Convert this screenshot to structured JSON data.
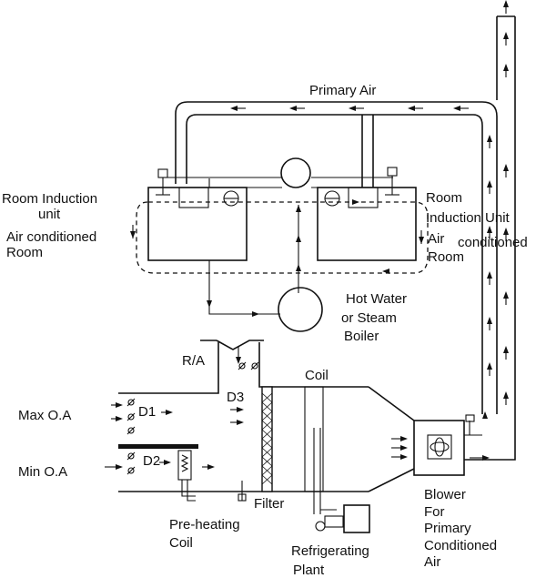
{
  "labels": {
    "primary_air": "Primary Air",
    "room_induction_unit_left_1": "Room Induction",
    "room_induction_unit_left_2": "unit",
    "air_conditioned_left_1": "Air conditioned",
    "air_conditioned_left_2": "Room",
    "room_right_1": "Room",
    "induction_unit_right": "Induction Unit",
    "air_right": "Air",
    "conditioned_right": "conditioned",
    "room_right_2": "Room",
    "hot_water_1": "Hot Water",
    "hot_water_2": "or Steam",
    "hot_water_3": "Boiler",
    "ra": "R/A",
    "coil": "Coil",
    "d1": "D1",
    "d2": "D2",
    "d3": "D3",
    "max_oa": "Max O.A",
    "min_oa": "Min O.A",
    "filter": "Filter",
    "preheat_1": "Pre-heating",
    "preheat_2": "Coil",
    "refrig_1": "Refrigerating",
    "refrig_2": "Plant",
    "blower_1": "Blower",
    "blower_2": "For",
    "blower_3": "Primary",
    "blower_4": "Conditioned",
    "blower_5": "Air"
  },
  "icons": [
    "fan-icon",
    "pump-icon",
    "boiler-icon",
    "damper-icon",
    "filter-icon",
    "heating-coil-icon",
    "refrigerating-plant-icon"
  ]
}
